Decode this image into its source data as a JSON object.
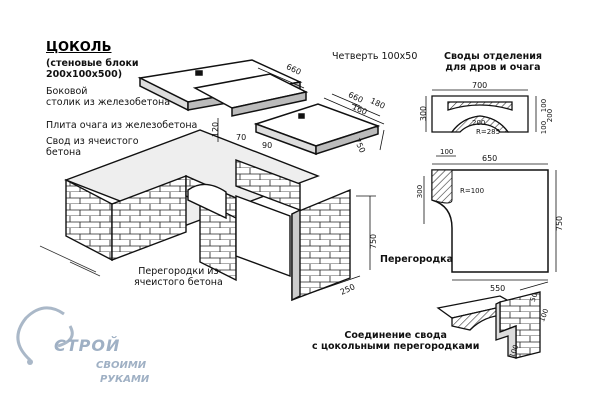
{
  "title": "ЦОКОЛЬ",
  "subtitle": [
    "(стеновые блоки",
    "200х100х500)"
  ],
  "labels": {
    "side_table": [
      "Боковой",
      "столик из железобетона"
    ],
    "hearth_slab": "Плита очага из железобетона",
    "arch": [
      "Свод из ячеистого",
      "бетона"
    ],
    "quarter": "Четверть 100х50",
    "partitions": [
      "Перегородки из",
      "ячеистого бетона"
    ],
    "arches_title": [
      "Своды отделения",
      "для дров и очага"
    ],
    "partition": "Перегородка",
    "joint": [
      "Соединение свода",
      "с цокольными перегородками"
    ]
  },
  "dims": {
    "d660a": "660",
    "d660b": "660",
    "d160": "160",
    "d180": "180",
    "d120": "120",
    "d750a": "750",
    "d70": "70",
    "d90": "90",
    "d750b": "750",
    "d250": "250",
    "arch_700": "700",
    "arch_300": "300",
    "arch_200": "200",
    "arch_R285": "R=285",
    "arch_100a": "100",
    "arch_200b": "200",
    "arch_100b": "100",
    "p650": "650",
    "p100": "100",
    "p300": "300",
    "p_R100": "R=100",
    "p550": "550",
    "p750": "750",
    "j50": "50",
    "j100": "100",
    "j100b": "100"
  },
  "watermark": {
    "line1": "СТРОЙ",
    "line2": "СВОИМИ",
    "line3": "РУКАМИ"
  }
}
